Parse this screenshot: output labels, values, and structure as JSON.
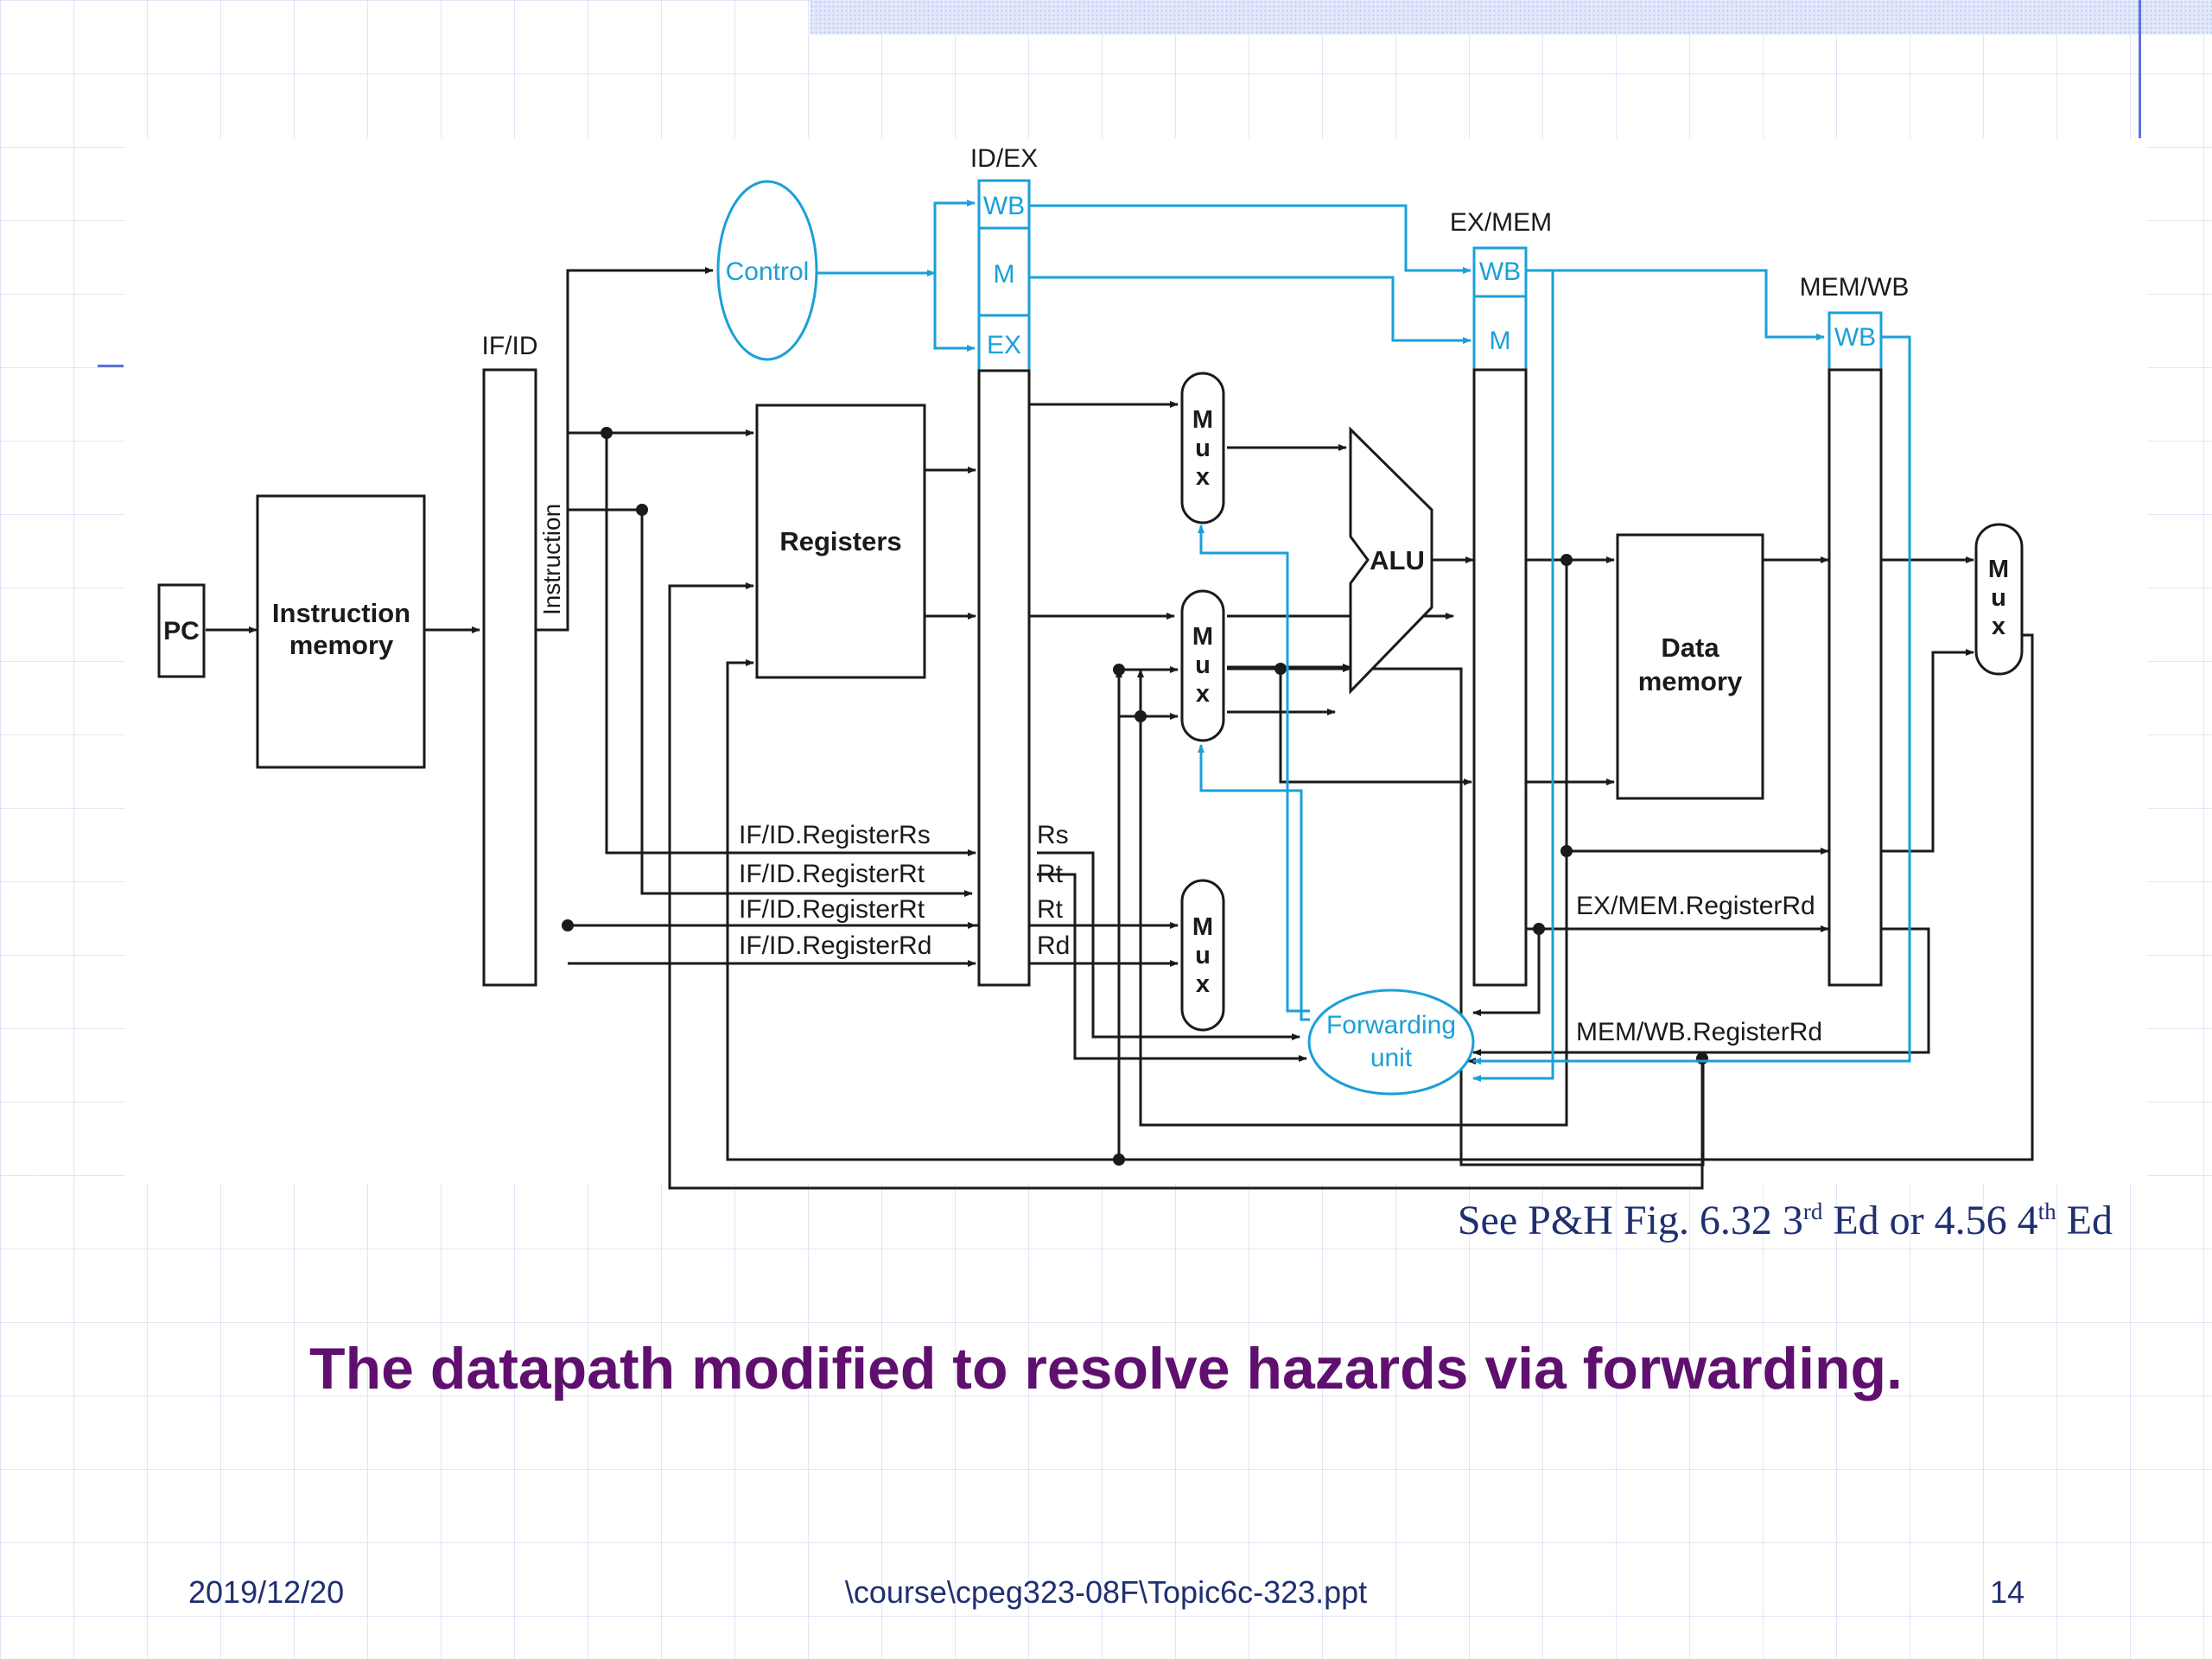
{
  "diagram": {
    "pipeline_registers": {
      "if_id": "IF/ID",
      "id_ex": "ID/EX",
      "ex_mem": "EX/MEM",
      "mem_wb": "MEM/WB"
    },
    "control_fields": {
      "wb": "WB",
      "m": "M",
      "ex": "EX"
    },
    "blocks": {
      "pc": "PC",
      "instruction_memory": [
        "Instruction",
        "memory"
      ],
      "instruction": "Instruction",
      "registers": "Registers",
      "control": "Control",
      "alu": "ALU",
      "data_memory": [
        "Data",
        "memory"
      ],
      "forwarding_unit": [
        "Forwarding",
        "unit"
      ],
      "mux": [
        "M",
        "u",
        "x"
      ]
    },
    "register_fields": [
      "IF/ID.RegisterRs",
      "IF/ID.RegisterRt",
      "IF/ID.RegisterRt",
      "IF/ID.RegisterRd"
    ],
    "register_field_short": [
      "Rs",
      "Rt",
      "Rt",
      "Rd"
    ],
    "signals": {
      "ex_mem_rd": "EX/MEM.RegisterRd",
      "mem_wb_rd": "MEM/WB.RegisterRd"
    },
    "colors": {
      "datapath": "#1a1a1a",
      "control": "#1aa0d8"
    }
  },
  "caption": {
    "text_a": "See P&H Fig. 6.32 3",
    "sup_a": "rd",
    "text_b": " Ed or 4.56 4",
    "sup_b": "th",
    "text_c": " Ed"
  },
  "headline": "The datapath modified to resolve hazards via forwarding.",
  "footer": {
    "date": "2019/12/20",
    "path": "\\course\\cpeg323-08F\\Topic6c-323.ppt",
    "page": "14"
  }
}
